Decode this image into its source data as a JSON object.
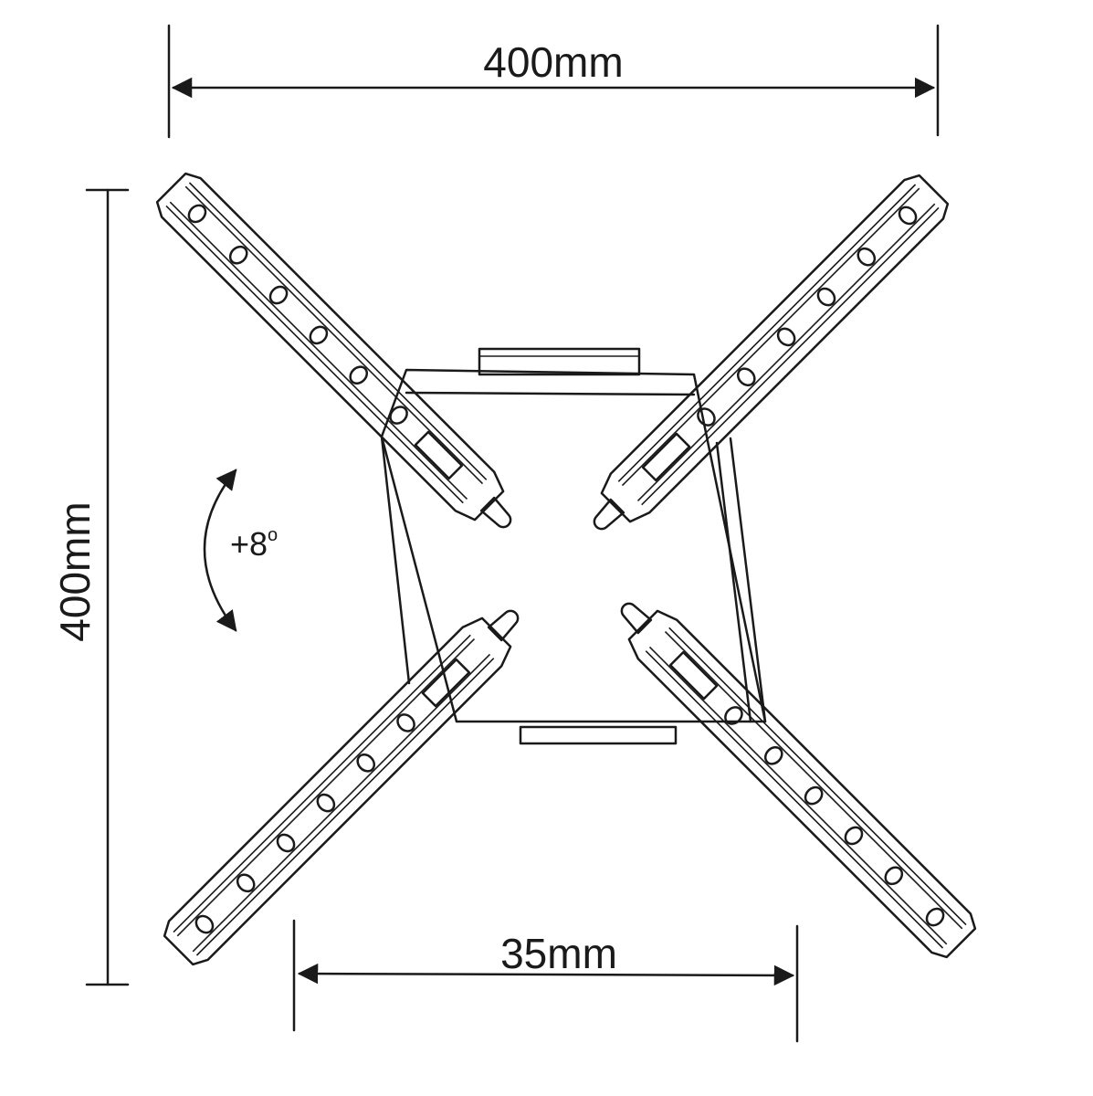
{
  "diagram": {
    "dimensions": {
      "top_width": "400mm",
      "left_height": "400mm",
      "bottom_width": "35mm"
    },
    "tilt": {
      "value": "+8",
      "unit_symbol": "o"
    }
  }
}
